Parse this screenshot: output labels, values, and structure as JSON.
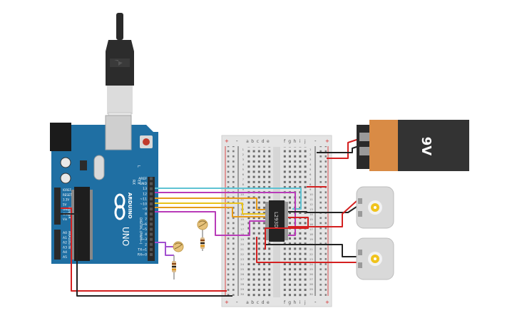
{
  "usb": {
    "connector": "usb-b-cable"
  },
  "arduino": {
    "brand": "ARDUINO",
    "model": "UNO",
    "board_color": "#1f6fa3",
    "digital_header_label": "DIGITAL (PWM~)",
    "analog_header_label": "ANALOG IN",
    "power_header_label": "POWER",
    "digital_pins": [
      "AREF",
      "GND",
      "13",
      "12",
      "~11",
      "~10",
      "~9",
      "8",
      "7",
      "~6",
      "~5",
      "4",
      "~3",
      "2",
      "TX→1",
      "RX←0"
    ],
    "power_pins": [
      "IOREF",
      "RESET",
      "3.3V",
      "5V",
      "GND",
      "GND",
      "Vin"
    ],
    "analog_pins": [
      "A0",
      "A1",
      "A2",
      "A3",
      "A4",
      "A5"
    ],
    "tx_label": "TX",
    "rx_label": "RX",
    "l_label": "L"
  },
  "breadboard": {
    "col_letters_left": [
      "a",
      "b",
      "c",
      "d",
      "e"
    ],
    "col_letters_right": [
      "f",
      "g",
      "h",
      "i",
      "j"
    ],
    "plus": "+",
    "minus": "-",
    "row_numbers": [
      "1",
      "2",
      "3",
      "4",
      "5",
      "6",
      "7",
      "8",
      "9",
      "10",
      "11",
      "12",
      "13",
      "14",
      "15",
      "16",
      "17",
      "18",
      "19",
      "20",
      "21",
      "22",
      "23",
      "24",
      "25",
      "26",
      "27",
      "28",
      "29",
      "30"
    ]
  },
  "ic": {
    "label": "L293D"
  },
  "battery": {
    "label": "9V",
    "color_top": "#d98b45",
    "color_body": "#333333"
  },
  "motors": [
    "motor-top",
    "motor-bottom"
  ],
  "sensors": [
    "photoresistor-1",
    "photoresistor-2"
  ],
  "wire_colors": {
    "red": "#d42020",
    "black": "#222222",
    "cyan": "#5fc3d3",
    "purple": "#b83bb8",
    "orange": "#e59a1a",
    "yellow": "#e8c21c",
    "lavender": "#a24fd0"
  }
}
